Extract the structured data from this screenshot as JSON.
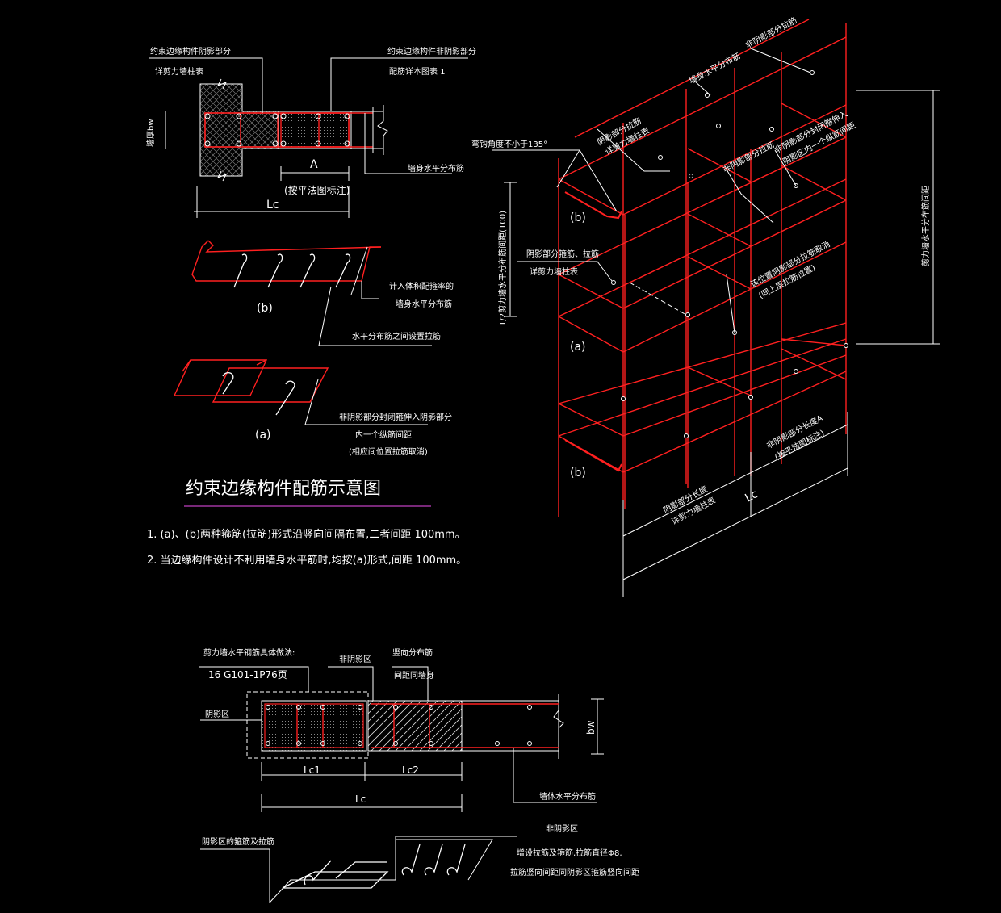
{
  "colors": {
    "background": "#000000",
    "rebar": "#ff2020",
    "line": "#ffffff",
    "underline": "#c040c0"
  },
  "top_left": {
    "label_shadow": "约束边缘构件阴影部分",
    "label_shadow_sub": "详剪力墙柱表",
    "label_nonshadow": "约束边缘构件非阴影部分",
    "label_nonshadow_sub": "配筋详本图表 1",
    "label_wall_thickness": "墙厚bw",
    "label_wall_horizontal": "墙身水平分布筋",
    "dim_a": "A",
    "dim_a_note": "(按平法图标注)",
    "dim_lc": "Lc"
  },
  "detail_b": {
    "label": "(b)",
    "note1": "计入体积配箍率的",
    "note1b": "墙身水平分布筋",
    "note2": "水平分布筋之间设置拉筋"
  },
  "detail_a": {
    "label": "(a)",
    "note1": "非阴影部分封闭箍伸入阴影部分",
    "note1b": "内一个纵筋间距",
    "note1c": "(相应间位置拉筋取消)"
  },
  "title": "约束边缘构件配筋示意图",
  "notes": [
    "1. (a)、(b)两种箍筋(拉筋)形式沿竖向间隔布置,二者间距 100mm。",
    "2. 当边缘构件设计不利用墙身水平筋时,均按(a)形式,间距 100mm。"
  ],
  "iso": {
    "bend": "弯钩角度不小于135°",
    "label_b_top": "(b)",
    "label_a": "(a)",
    "label_b_bot": "(b)",
    "shadow_tie": "阴影部分拉筋",
    "shadow_tie_sub": "详剪力墙柱表",
    "wall_horizontal": "墙身水平分布筋",
    "nonshadow_tie": "非阴影部分拉筋",
    "nonshadow_tie2": "非阴影部分拉筋",
    "nonshadow_hoop": "非阴影部分封闭箍伸入",
    "nonshadow_hoop_sub": "阴影区内一个纵筋间距",
    "shadow_stirrup": "阴影部分箍筋、拉筋",
    "shadow_stirrup_sub": "详剪力墙柱表",
    "cancel_tie": "该位置阴影部分拉筋取消",
    "cancel_tie_sub": "(同上层拉筋位置)",
    "half_spacing": "1/2剪力墙水平分布筋间距(100)",
    "spacing_right": "剪力墙水平分布筋间距",
    "shadow_length": "阴影部分长度",
    "shadow_length_sub": "详剪力墙柱表",
    "nonshadow_length": "非阴影部分长度A",
    "nonshadow_length_sub": "(按平法图标注)",
    "dim_lc": "Lc"
  },
  "bottom": {
    "method": "剪力墙水平钢筋具体做法:",
    "ref": "16 G101-1P76页",
    "nonshadow_zone": "非阴影区",
    "vertical": "竖向分布筋",
    "vertical_sub": "间距同墙身",
    "shadow_zone": "阴影区",
    "dim_bw": "bw",
    "dim_lc1": "Lc1",
    "dim_lc2": "Lc2",
    "dim_lc": "Lc",
    "wall_horizontal": "墙体水平分布筋",
    "shadow_stirrup": "阴影区的箍筋及拉筋",
    "nonshadow_zone2": "非阴影区",
    "tie_note": "增设拉筋及箍筋,拉筋直径Φ8,",
    "tie_note2": "拉筋竖向间距同阴影区箍筋竖向间距"
  }
}
